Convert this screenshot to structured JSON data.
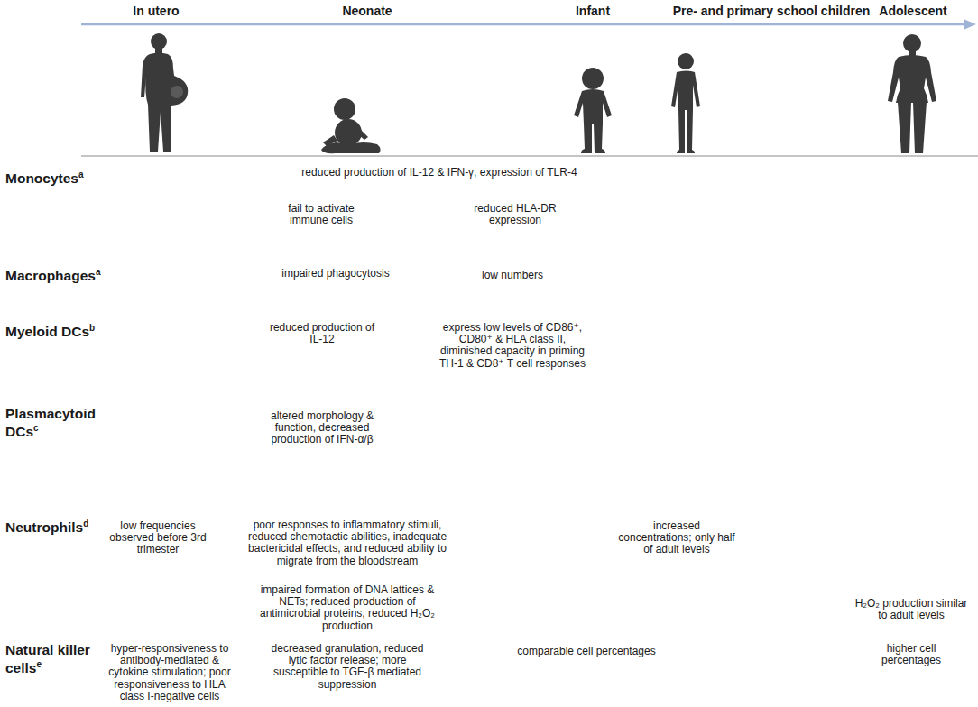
{
  "diagram": {
    "labels": [
      "In utero",
      "Neonate",
      "Infant",
      "Pre- and primary school children",
      "Adolescent",
      "Monocytes",
      "a",
      "reduced production of IL-12 & IFN-γ, expression of TLR-4",
      "fail to activate immune cells",
      "reduced HLA-DR expression",
      "Macrophages",
      "a",
      "impaired phagocytosis",
      "low numbers",
      "Myeloid DCs",
      "b",
      "reduced production of IL-12",
      "express low levels of CD86⁺, CD80⁺ & HLA class II, diminished capacity in priming TH-1 & CD8⁺ T cell responses",
      "Plasmacytoid DCs",
      "c",
      "altered morphology & function, decreased production of IFN-α/β",
      "Neutrophils",
      "d",
      "low frequencies observed before 3rd trimester",
      "poor responses to inflammatory stimuli, reduced chemotactic abilities, inadequate bactericidal effects, and reduced ability to migrate from the bloodstream",
      "increased concentrations; only half of adult levels",
      "impaired formation of DNA lattices & NETs; reduced production of antimicrobial proteins, reduced H₂O₂ production",
      "H₂O₂ production similar to adult levels",
      "Natural killer cells",
      "e",
      "hyper-responsiveness to antibody-mediated & cytokine stimulation; poor responsiveness to HLA class I-negative cells",
      "decreased granulation, reduced lytic factor release; more susceptible to TGF-β mediated suppression",
      "comparable cell percentages",
      "higher cell percentages"
    ]
  }
}
